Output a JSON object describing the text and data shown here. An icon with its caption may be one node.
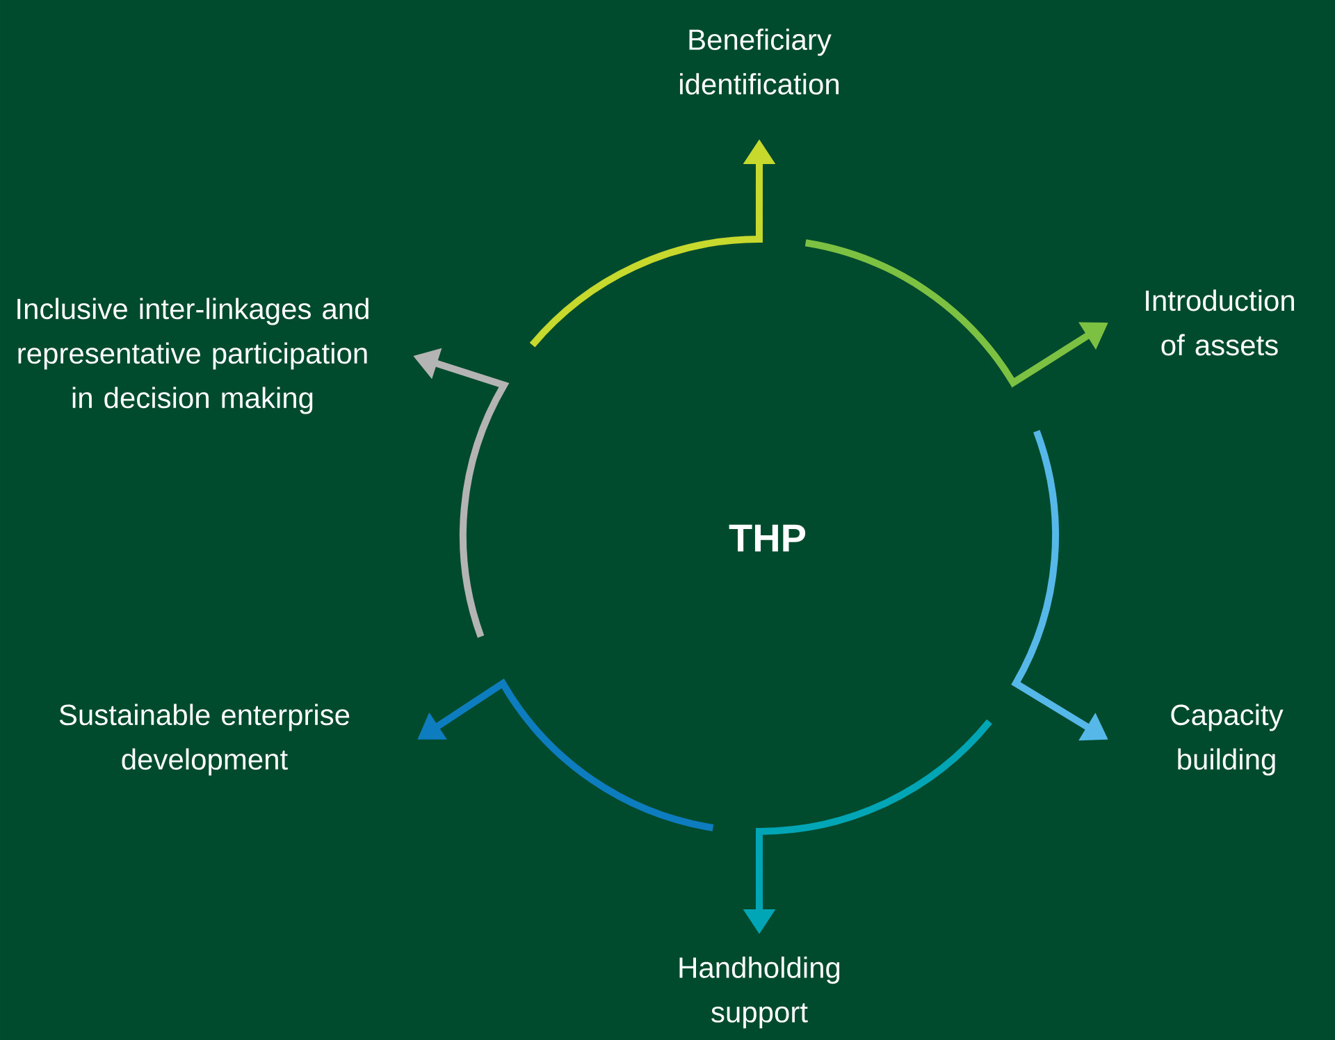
{
  "diagram": {
    "nodes": [
      {
        "text": [
          "THP"
        ]
      },
      {
        "text": [
          "Beneficiary identification"
        ]
      },
      {
        "text": [
          "Introduction of assets"
        ]
      },
      {
        "text": [
          "Capacity building"
        ]
      },
      {
        "text": [
          "Handholding support"
        ]
      },
      {
        "text": [
          "Sustainable enterprise development"
        ]
      },
      {
        "text": [
          "Inclusive inter-linkages and representative participation in decision making"
        ]
      }
    ],
    "edges": [
      {
        "from": null,
        "to": 1,
        "arrow": "to",
        "color": "#c6d92c"
      },
      {
        "from": null,
        "to": 2,
        "arrow": "to",
        "color": "#7cc142"
      },
      {
        "from": null,
        "to": 3,
        "arrow": "to",
        "color": "#56b8e8"
      },
      {
        "from": null,
        "to": 4,
        "arrow": "to",
        "color": "#00a6b6"
      },
      {
        "from": null,
        "to": 5,
        "arrow": "to",
        "color": "#0e7dbf"
      },
      {
        "from": null,
        "to": 6,
        "arrow": "to",
        "color": "#b4b4b4"
      }
    ]
  }
}
